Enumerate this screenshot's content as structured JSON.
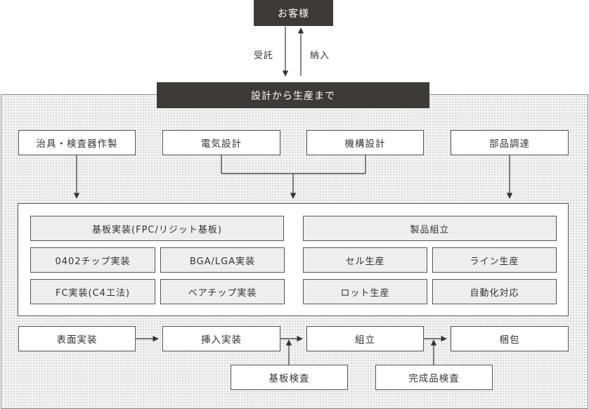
{
  "customer": "お客様",
  "consign": "受託",
  "deliver": "納入",
  "banner": "設計から生産まで",
  "top_row": {
    "jig": "治具・検査器作製",
    "electrical": "電気設計",
    "mechanical": "機構設計",
    "procurement": "部品調達"
  },
  "mounting": {
    "title": "基板実装(FPC/リジット基板)",
    "chip0402": "0402チップ実装",
    "bga": "BGA/LGA実装",
    "fc": "FC実装(C4工法)",
    "bare": "ベアチップ実装"
  },
  "assembly": {
    "title": "製品組立",
    "cell": "セル生産",
    "line": "ライン生産",
    "lot": "ロット生産",
    "auto": "自動化対応"
  },
  "flow": {
    "smt": "表面実装",
    "insert": "挿入実装",
    "assemble": "組立",
    "pack": "梱包",
    "board_inspect": "基板検査",
    "final_inspect": "完成品検査"
  }
}
